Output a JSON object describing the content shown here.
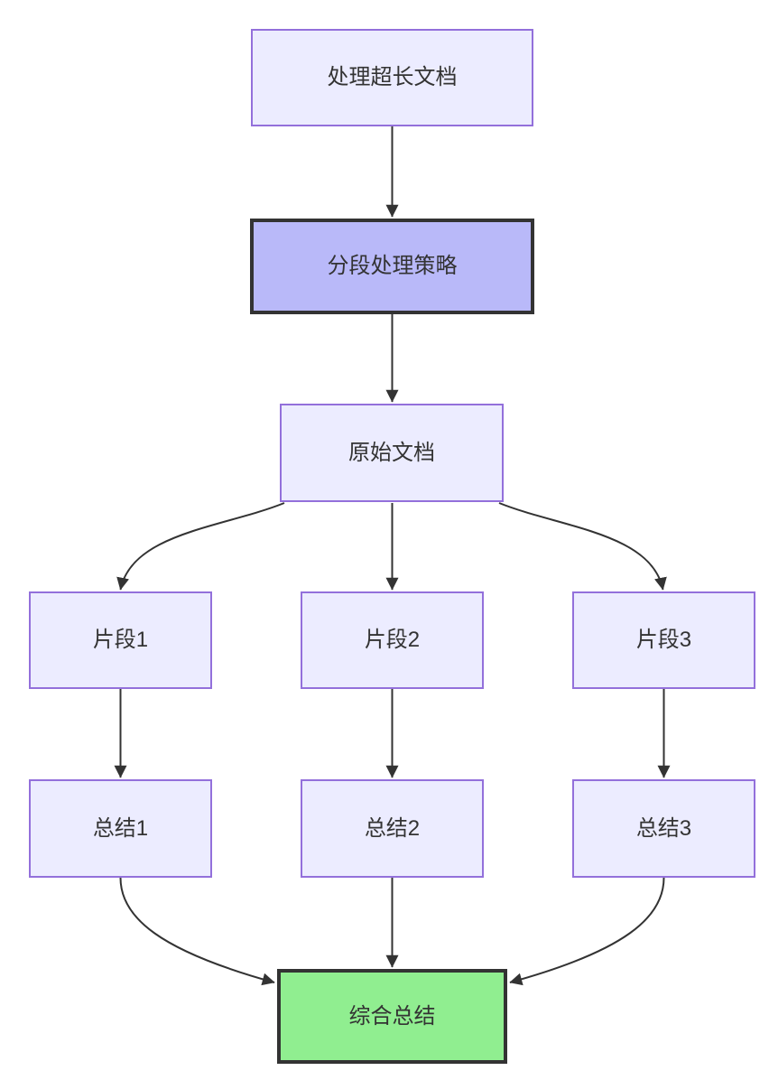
{
  "diagram": {
    "type": "flowchart",
    "direction": "top-down",
    "colors": {
      "node_fill": "#ECECFF",
      "node_border": "#9370DB",
      "strategy_fill": "#B9B9F9",
      "strategy_border": "#333333",
      "final_fill": "#90EE90",
      "final_border": "#333333",
      "edge": "#333333",
      "text": "#333333"
    },
    "nodes": {
      "process_long_doc": {
        "label": "处理超长文档"
      },
      "strategy": {
        "label": "分段处理策略"
      },
      "original_doc": {
        "label": "原始文档"
      },
      "segment1": {
        "label": "片段1"
      },
      "segment2": {
        "label": "片段2"
      },
      "segment3": {
        "label": "片段3"
      },
      "summary1": {
        "label": "总结1"
      },
      "summary2": {
        "label": "总结2"
      },
      "summary3": {
        "label": "总结3"
      },
      "final_summary": {
        "label": "综合总结"
      }
    },
    "edges": [
      {
        "from": "处理超长文档",
        "to": "分段处理策略"
      },
      {
        "from": "分段处理策略",
        "to": "原始文档"
      },
      {
        "from": "原始文档",
        "to": "片段1"
      },
      {
        "from": "原始文档",
        "to": "片段2"
      },
      {
        "from": "原始文档",
        "to": "片段3"
      },
      {
        "from": "片段1",
        "to": "总结1"
      },
      {
        "from": "片段2",
        "to": "总结2"
      },
      {
        "from": "片段3",
        "to": "总结3"
      },
      {
        "from": "总结1",
        "to": "综合总结"
      },
      {
        "from": "总结2",
        "to": "综合总结"
      },
      {
        "from": "总结3",
        "to": "综合总结"
      }
    ]
  }
}
